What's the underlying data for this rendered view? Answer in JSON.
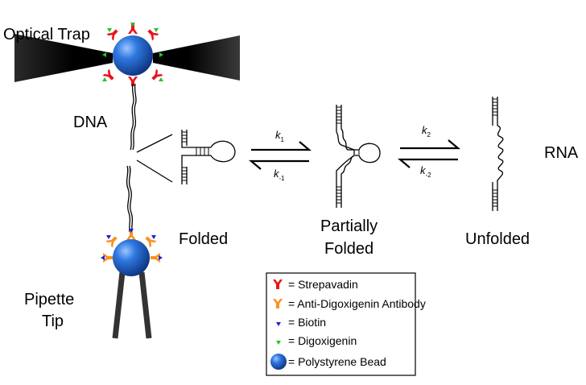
{
  "labels": {
    "optical_trap": "Optical Trap",
    "dna": "DNA",
    "rna": "RNA",
    "pipette_tip_line1": "Pipette",
    "pipette_tip_line2": "Tip",
    "folded": "Folded",
    "partially_folded_line1": "Partially",
    "partially_folded_line2": "Folded",
    "unfolded": "Unfolded"
  },
  "rates": {
    "k1": {
      "symbol": "k",
      "subscript": "1"
    },
    "k_minus1": {
      "symbol": "k",
      "subscript": "-1"
    },
    "k2": {
      "symbol": "k",
      "subscript": "2"
    },
    "k_minus2": {
      "symbol": "k",
      "subscript": "-2"
    }
  },
  "legend": {
    "items": [
      {
        "symbol": "strepavadin",
        "text": "= Strepavadin"
      },
      {
        "symbol": "anti-digoxigenin-antibody",
        "text": "= Anti-Digoxigenin Antibody"
      },
      {
        "symbol": "biotin",
        "text": "= Biotin"
      },
      {
        "symbol": "digoxigenin",
        "text": "= Digoxigenin"
      },
      {
        "symbol": "polystyrene-bead",
        "text": "= Polystyrene Bead"
      }
    ]
  },
  "colors": {
    "strepavadin": "#e8141c",
    "antibody": "#f7941d",
    "biotin": "#1f1fd6",
    "digoxigenin": "#22c524",
    "bead": "#1e5fc8",
    "beam": "#111111"
  }
}
